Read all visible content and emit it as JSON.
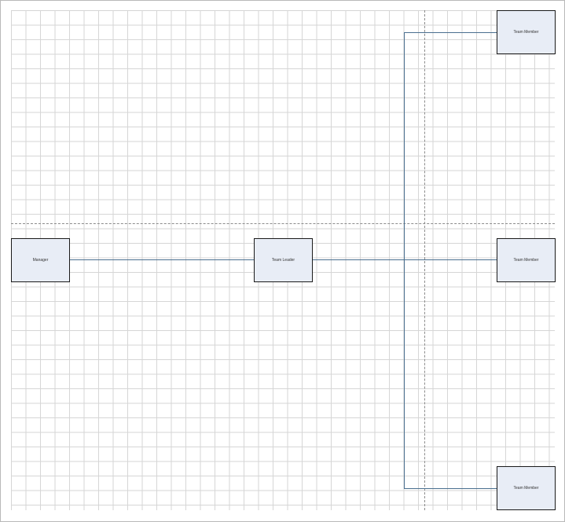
{
  "diagram": {
    "nodes": {
      "manager": "Manager",
      "team_leader": "Team Leader",
      "team_member_top": "Team Member",
      "team_member_mid": "Team Member",
      "team_member_bottom": "Team Member"
    },
    "colors": {
      "connector": "#4a6f8f",
      "node_fill": "#e8edf6",
      "node_border": "#1a1a1a",
      "grid": "#d6d6d6"
    }
  }
}
